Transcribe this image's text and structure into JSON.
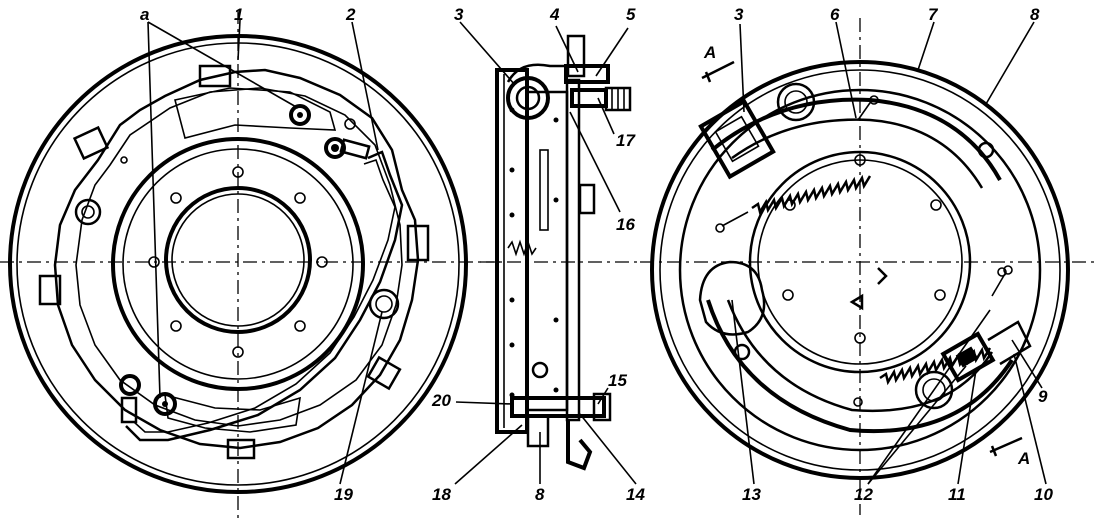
{
  "labels": {
    "a": "a",
    "n1": "1",
    "n2": "2",
    "n3_left": "3",
    "n3_right": "3",
    "n4": "4",
    "n5": "5",
    "n6": "6",
    "n7": "7",
    "n8_top": "8",
    "n8_bottom": "8",
    "n9": "9",
    "n10": "10",
    "n11": "11",
    "n12": "12",
    "n13": "13",
    "n14": "14",
    "n15": "15",
    "n16": "16",
    "n17": "17",
    "n18": "18",
    "n19": "19",
    "n20": "20",
    "section_top": "A",
    "section_bottom": "A"
  }
}
